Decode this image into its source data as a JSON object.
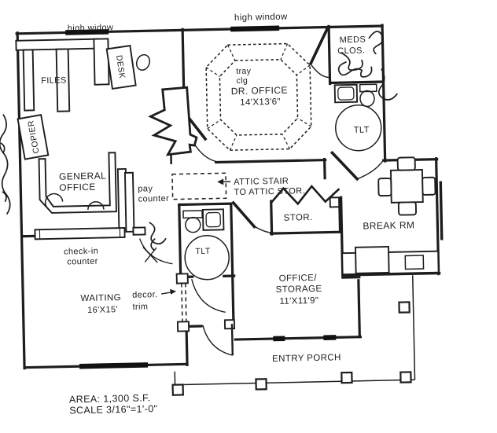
{
  "drawing": {
    "rooms": {
      "general_office": {
        "line1": "GENERAL",
        "line2": "OFFICE"
      },
      "dr_office": {
        "name": "DR. OFFICE",
        "size": "14'X13'6\"",
        "ceiling_line1": "tray",
        "ceiling_line2": "clg"
      },
      "meds_closet": {
        "line1": "MEDS",
        "line2": "CLOS."
      },
      "toilet_top": {
        "name": "TLT"
      },
      "toilet_middle": {
        "name": "TLT"
      },
      "break_room": {
        "name": "BREAK RM"
      },
      "storage": {
        "name": "STOR."
      },
      "office_storage": {
        "line1": "OFFICE/",
        "line2": "STORAGE",
        "size": "11'X11'9\""
      },
      "waiting": {
        "name": "WAITING",
        "size": "16'X15'"
      },
      "entry_porch": {
        "name": "ENTRY PORCH"
      }
    },
    "fixtures": {
      "files": "FILES",
      "desk": "DESK",
      "copier": "COPIER",
      "pay_counter_line1": "pay",
      "pay_counter_line2": "counter",
      "check_in_line1": "check-in",
      "check_in_line2": "counter"
    },
    "callouts": {
      "window_label_left": "high widow",
      "window_label_center": "high window",
      "attic_line1": "ATTIC STAIR",
      "attic_line2": "TO ATTIC STOR.",
      "decor_line1": "decor.",
      "decor_line2": "trim"
    },
    "title_block": {
      "area": "AREA: 1,300 S.F.",
      "scale": "SCALE 3/16\"=1'-0\""
    },
    "colors": {
      "ink": "#1d1d1d",
      "paper": "#ffffff"
    }
  }
}
